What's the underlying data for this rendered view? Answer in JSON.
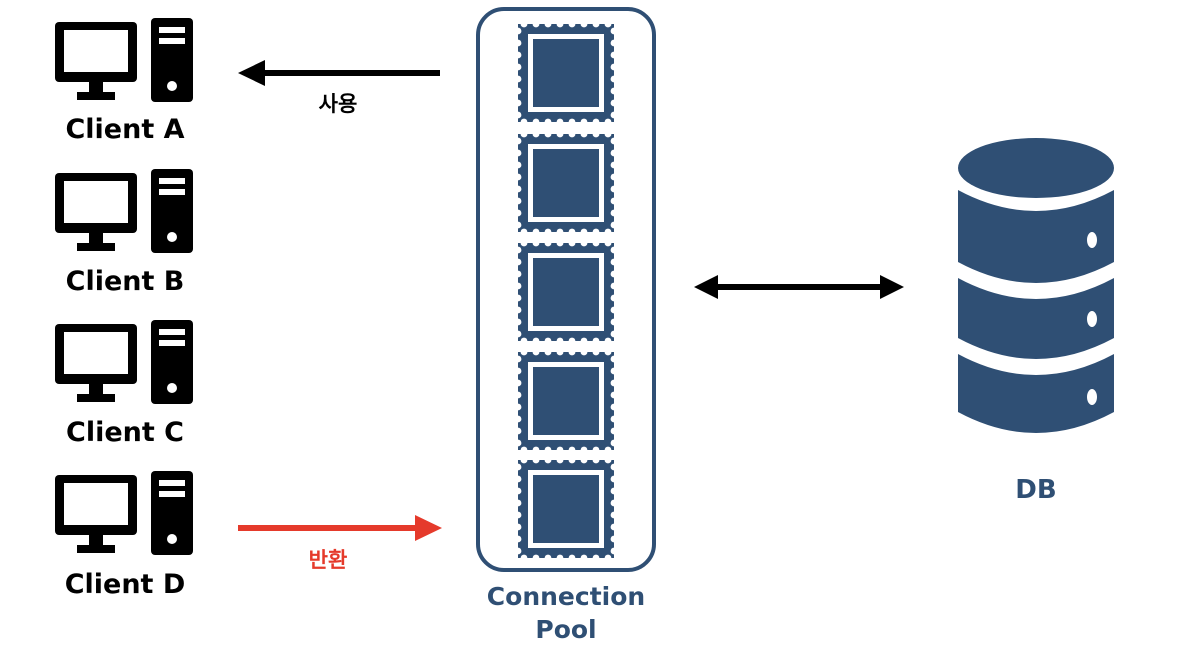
{
  "colors": {
    "accent": "#2f4f74",
    "return_arrow": "#e53a2b",
    "text": "#000000"
  },
  "clients": [
    {
      "label": "Client A",
      "icon": "desktop-computer-icon"
    },
    {
      "label": "Client B",
      "icon": "desktop-computer-icon"
    },
    {
      "label": "Client C",
      "icon": "desktop-computer-icon"
    },
    {
      "label": "Client D",
      "icon": "desktop-computer-icon"
    }
  ],
  "arrows": {
    "use_label": "사용",
    "return_label": "반환"
  },
  "pool": {
    "label_line1": "Connection",
    "label_line2": "Pool",
    "connection_count": 5,
    "connection_icon": "connection-stamp-icon"
  },
  "db": {
    "label": "DB",
    "icon": "database-icon"
  }
}
